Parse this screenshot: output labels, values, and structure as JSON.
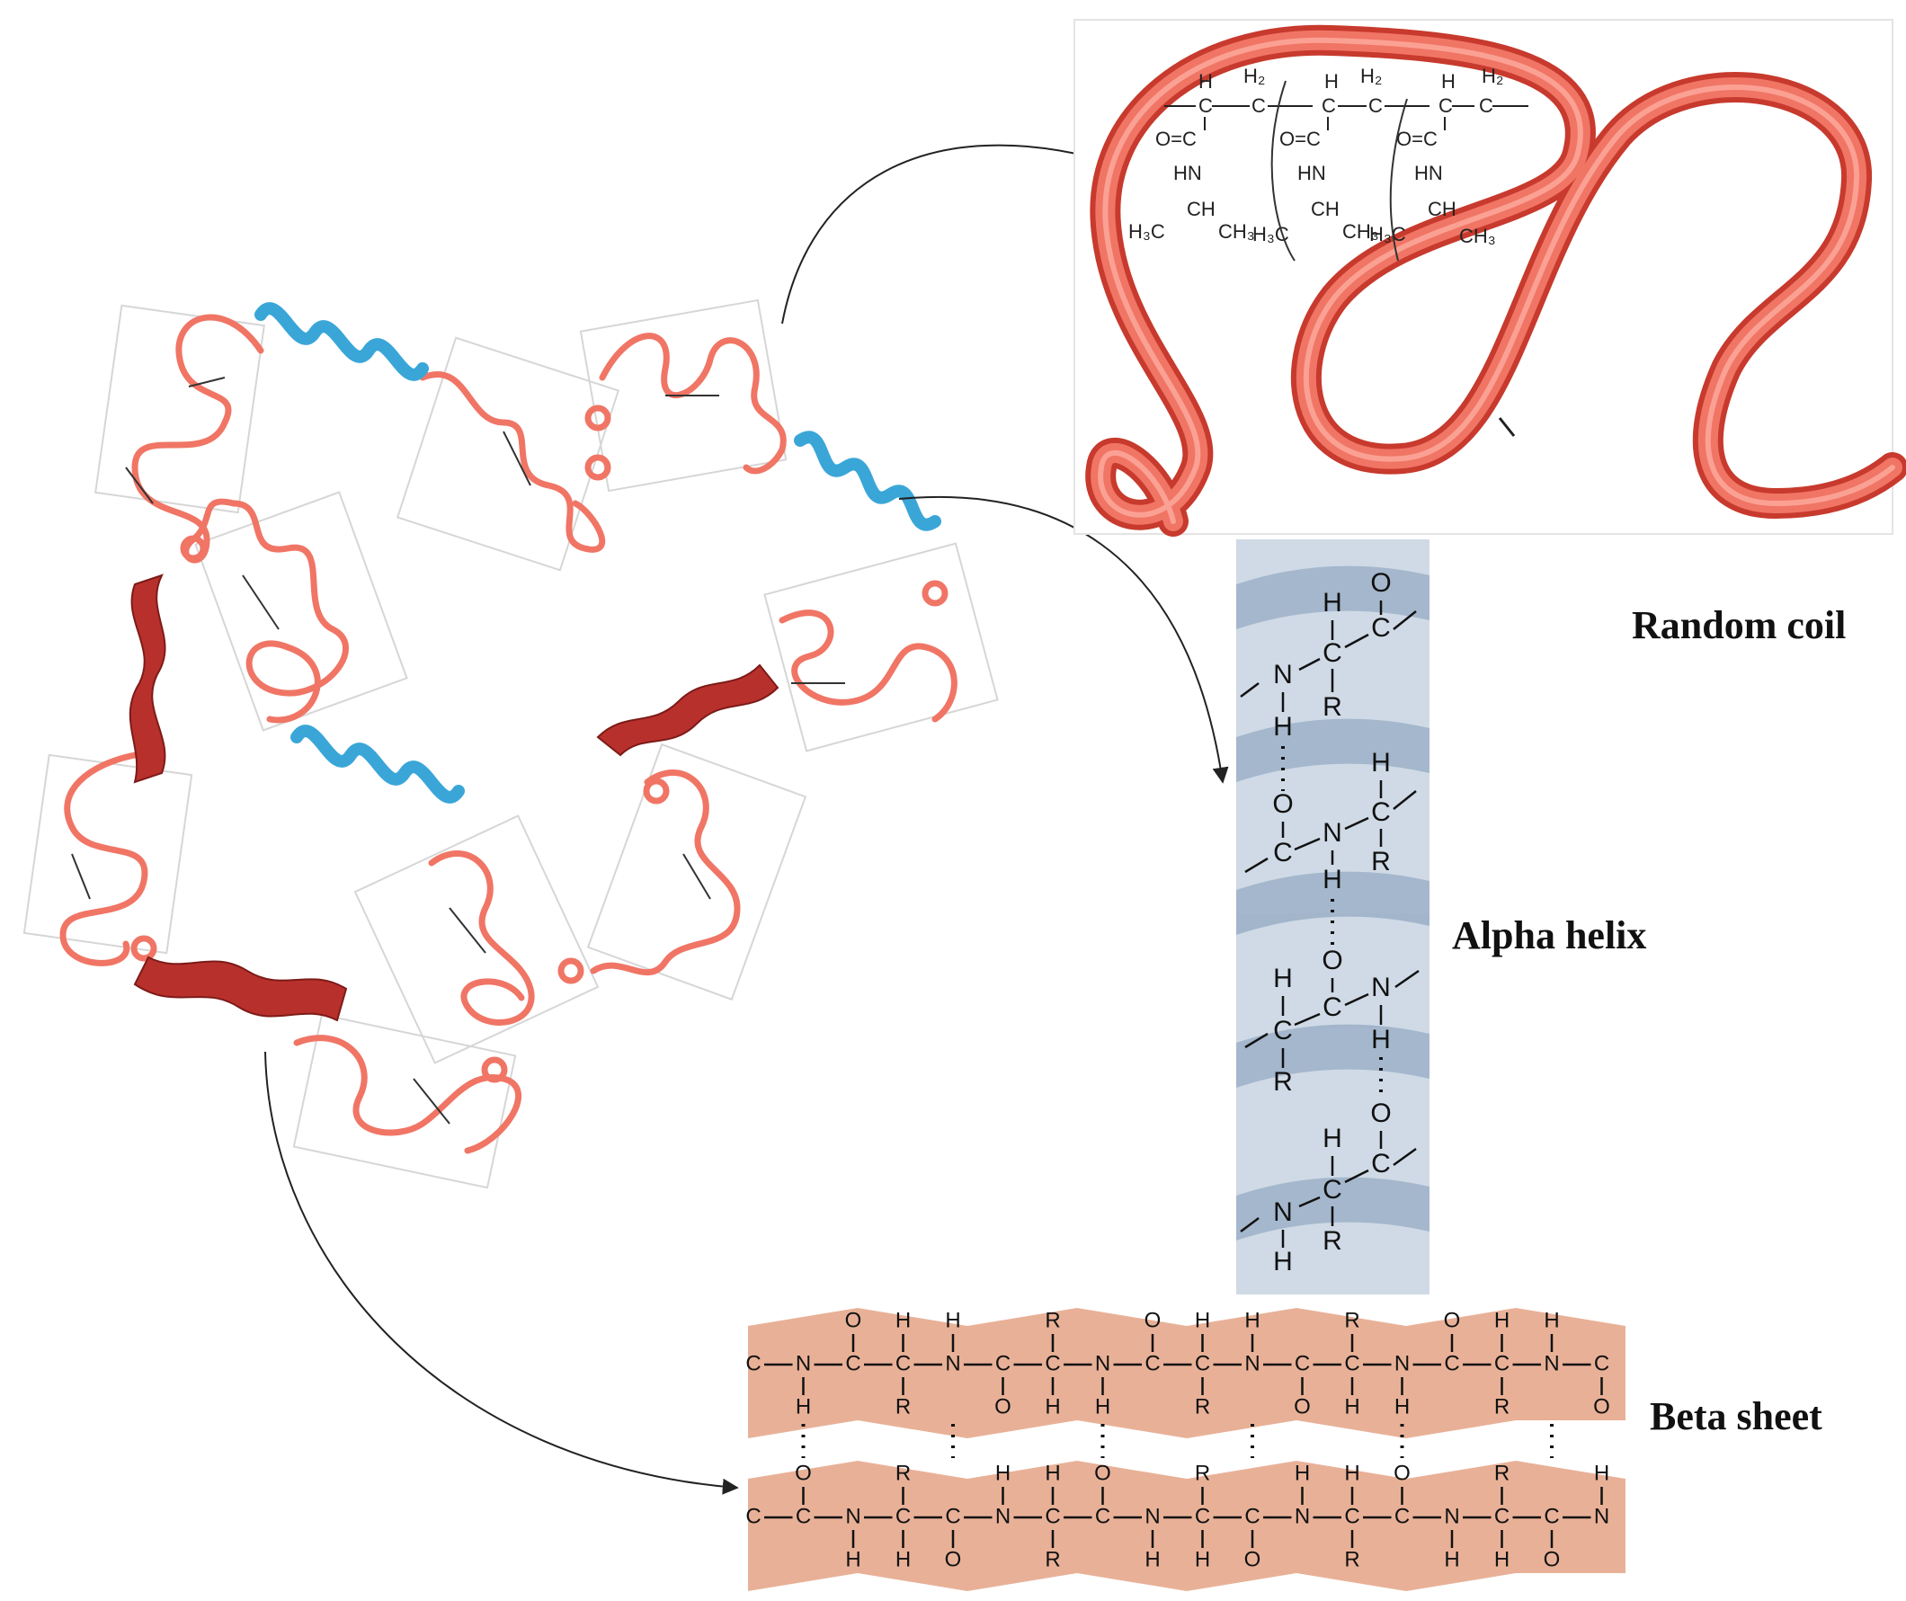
{
  "labels": {
    "random_coil": "Random coil",
    "alpha_helix": "Alpha helix",
    "beta_sheet": "Beta sheet"
  },
  "colors": {
    "coil": "#f07565",
    "coil_dark": "#d9493a",
    "helix": "#3aa6d8",
    "strand": "#b8302c",
    "alpha_panel": "#c7d3e2",
    "beta_panel": "#e5a98c"
  },
  "random_coil_chem": {
    "tops": [
      "H",
      "H",
      "H"
    ],
    "ch2": [
      "H₂",
      "H₂",
      "H₂"
    ],
    "carbonyl": [
      "O=C",
      "O=C",
      "O=C"
    ],
    "amide": [
      "HN",
      "HN",
      "HN"
    ],
    "ch": [
      "CH",
      "CH",
      "CH"
    ],
    "methyl_left": [
      "H₃C",
      "H₃C",
      "H₃C"
    ],
    "methyl_right": [
      "CH₃",
      "CH₃",
      "CH₃"
    ]
  },
  "atoms": {
    "H": "H",
    "C": "C",
    "N": "N",
    "O": "O",
    "R": "R"
  }
}
